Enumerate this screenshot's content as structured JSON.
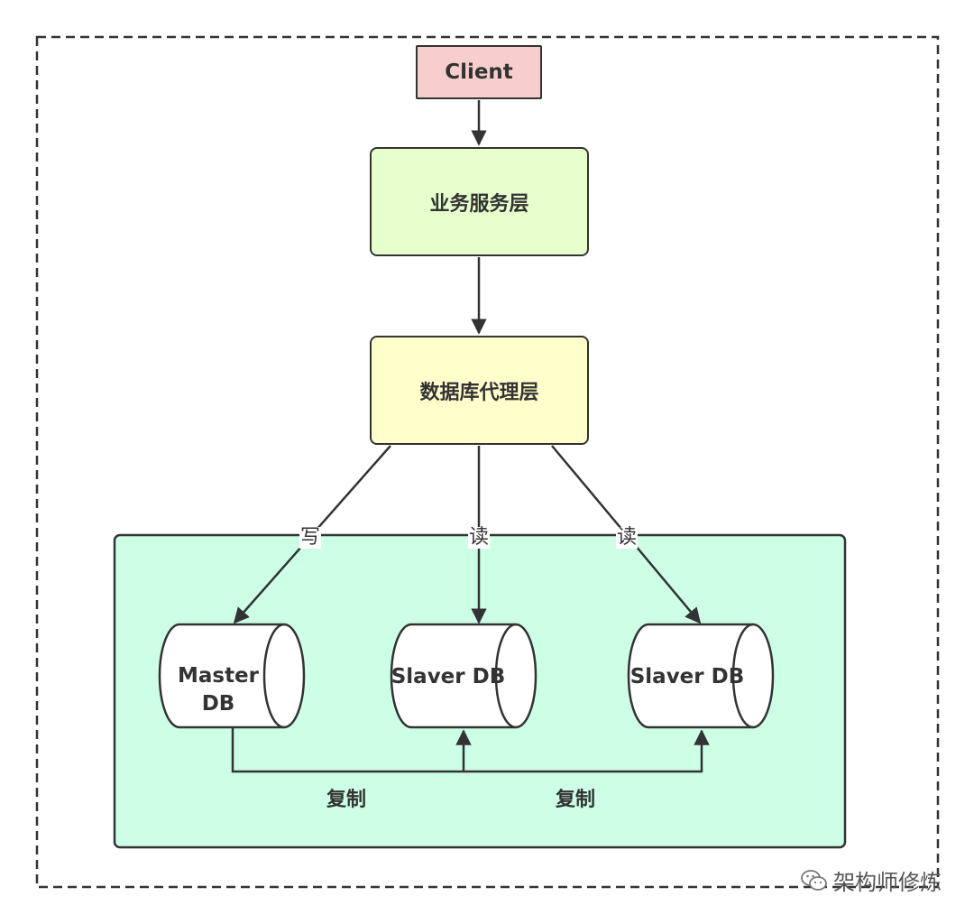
{
  "diagram": {
    "client": "Client",
    "service_layer": "业务服务层",
    "proxy_layer": "数据库代理层",
    "edges": {
      "write": "写",
      "read_1": "读",
      "read_2": "读"
    },
    "databases": {
      "master": [
        "Master",
        "DB"
      ],
      "slave_1": "Slaver DB",
      "slave_2": "Slaver DB"
    },
    "replication": {
      "left": "复制",
      "right": "复制"
    }
  },
  "watermark": {
    "icon": "wechat-icon",
    "text": "架构师修炼"
  },
  "colors": {
    "client_fill": "#f8cecc",
    "service_fill": "#e6ffcc",
    "proxy_fill": "#ffffcc",
    "cluster_fill": "#ccffe6",
    "stroke": "#333333"
  }
}
